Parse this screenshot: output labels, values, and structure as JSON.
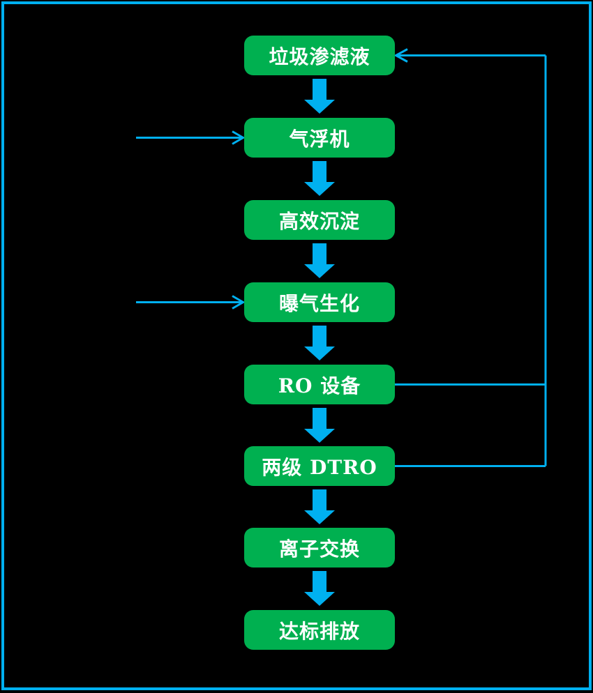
{
  "diagram": {
    "type": "flowchart",
    "nodes": [
      {
        "id": "landfill-leachate",
        "label": "垃圾渗滤液"
      },
      {
        "id": "air-flotation",
        "label": "气浮机"
      },
      {
        "id": "high-efficiency-sedimentation",
        "label": "高效沉淀"
      },
      {
        "id": "aeration-biochemical",
        "label": "曝气生化"
      },
      {
        "id": "ro-equipment",
        "label": "RO 设备"
      },
      {
        "id": "two-stage-dtro",
        "label": "两级 DTRO"
      },
      {
        "id": "ion-exchange",
        "label": "离子交换"
      },
      {
        "id": "compliant-discharge",
        "label": "达标排放"
      }
    ],
    "edges": [
      {
        "from": "垃圾渗滤液",
        "to": "气浮机",
        "type": "flow-down-arrow"
      },
      {
        "from": "气浮机",
        "to": "高效沉淀",
        "type": "flow-down-arrow"
      },
      {
        "from": "高效沉淀",
        "to": "曝气生化",
        "type": "flow-down-arrow"
      },
      {
        "from": "曝气生化",
        "to": "RO 设备",
        "type": "flow-down-arrow"
      },
      {
        "from": "RO 设备",
        "to": "两级 DTRO",
        "type": "flow-down-arrow"
      },
      {
        "from": "两级 DTRO",
        "to": "离子交换",
        "type": "flow-down-arrow"
      },
      {
        "from": "离子交换",
        "to": "达标排放",
        "type": "flow-down-arrow"
      },
      {
        "from": "RO 设备",
        "to": "垃圾渗滤液",
        "type": "return-line-right"
      },
      {
        "from": "两级 DTRO",
        "to": "垃圾渗滤液",
        "type": "return-line-right"
      },
      {
        "from": "",
        "to": "气浮机",
        "type": "inflow-arrow-left"
      },
      {
        "from": "",
        "to": "曝气生化",
        "type": "inflow-arrow-left"
      }
    ],
    "colors": {
      "background": "#000000",
      "frame_border": "#00b0f0",
      "node_fill": "#00b050",
      "node_text": "#ffffff",
      "connector": "#00b0f0"
    }
  }
}
